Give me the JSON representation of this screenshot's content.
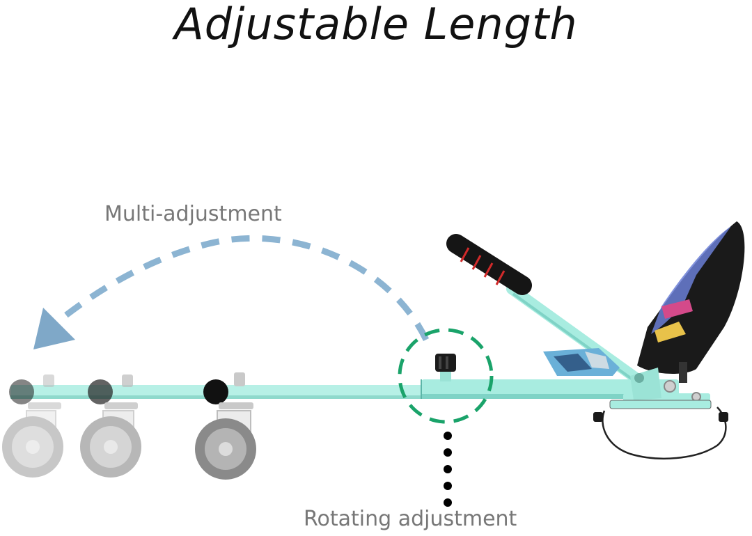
{
  "title": "Adjustable Length",
  "labels": {
    "multi_adjustment": "Multi-adjustment",
    "rotating_adjustment": "Rotating adjustment"
  },
  "colors": {
    "frame": "#a8ece0",
    "frame_shadow": "#7fd3c6",
    "arrow": "#8cb4d2",
    "focus_ring": "#1aa36a",
    "grip": "#151515",
    "grip_rings": "#d12a2a",
    "wheel_tire": "#9a9a9a",
    "seat": "#1a1a1a"
  },
  "icons": {
    "arrow": "curved-dashed-arrow-icon",
    "knob": "adjustment-knob-icon",
    "wheel": "caster-wheel-icon"
  }
}
